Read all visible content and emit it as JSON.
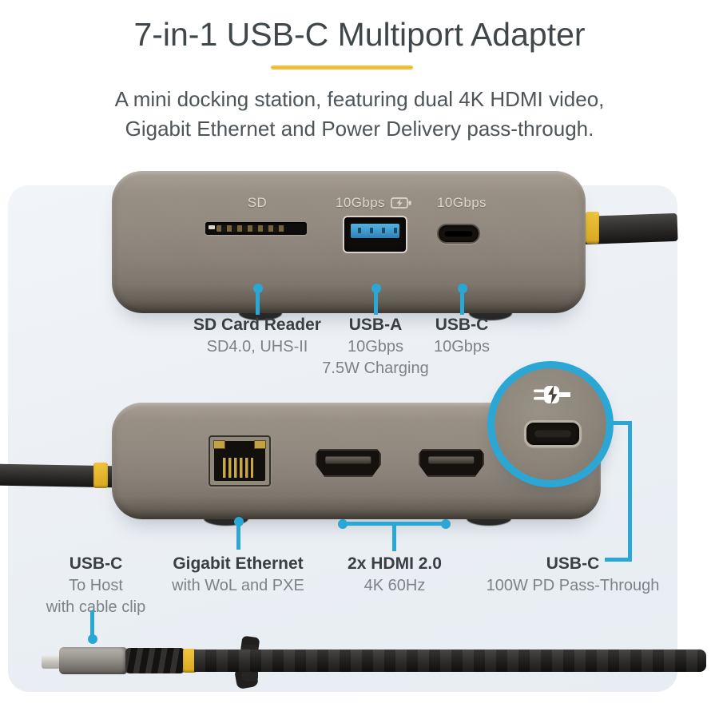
{
  "header": {
    "title": "7-in-1 USB-C Multiport Adapter",
    "subtitle": [
      "A mini docking station, featuring dual 4K HDMI video,",
      "Gigabit Ethernet and Power Delivery pass-through."
    ]
  },
  "accent_colors": {
    "callout_blue": "#2ba7d6",
    "underline_yellow": "#eec13a"
  },
  "device_top": {
    "marks": [
      {
        "label": "SD"
      },
      {
        "label": "10Gbps",
        "icon": "battery-charging-icon"
      },
      {
        "label": "10Gbps"
      }
    ]
  },
  "callouts_top": [
    {
      "title": "SD Card Reader",
      "lines": [
        "SD4.0, UHS-II"
      ]
    },
    {
      "title": "USB-A",
      "lines": [
        "10Gbps",
        "7.5W Charging"
      ]
    },
    {
      "title": "USB-C",
      "lines": [
        "10Gbps"
      ]
    }
  ],
  "callouts_bottom": [
    {
      "title": "USB-C",
      "lines": [
        "To Host",
        "with cable clip"
      ]
    },
    {
      "title": "Gigabit Ethernet",
      "lines": [
        "with WoL and PXE"
      ]
    },
    {
      "title": "2x HDMI 2.0",
      "lines": [
        "4K 60Hz"
      ]
    },
    {
      "title": "USB-C",
      "lines": [
        "100W PD Pass-Through"
      ]
    }
  ],
  "circle_callout": {
    "icon": "power-plug-icon",
    "port": "usb-c-pd-port"
  }
}
